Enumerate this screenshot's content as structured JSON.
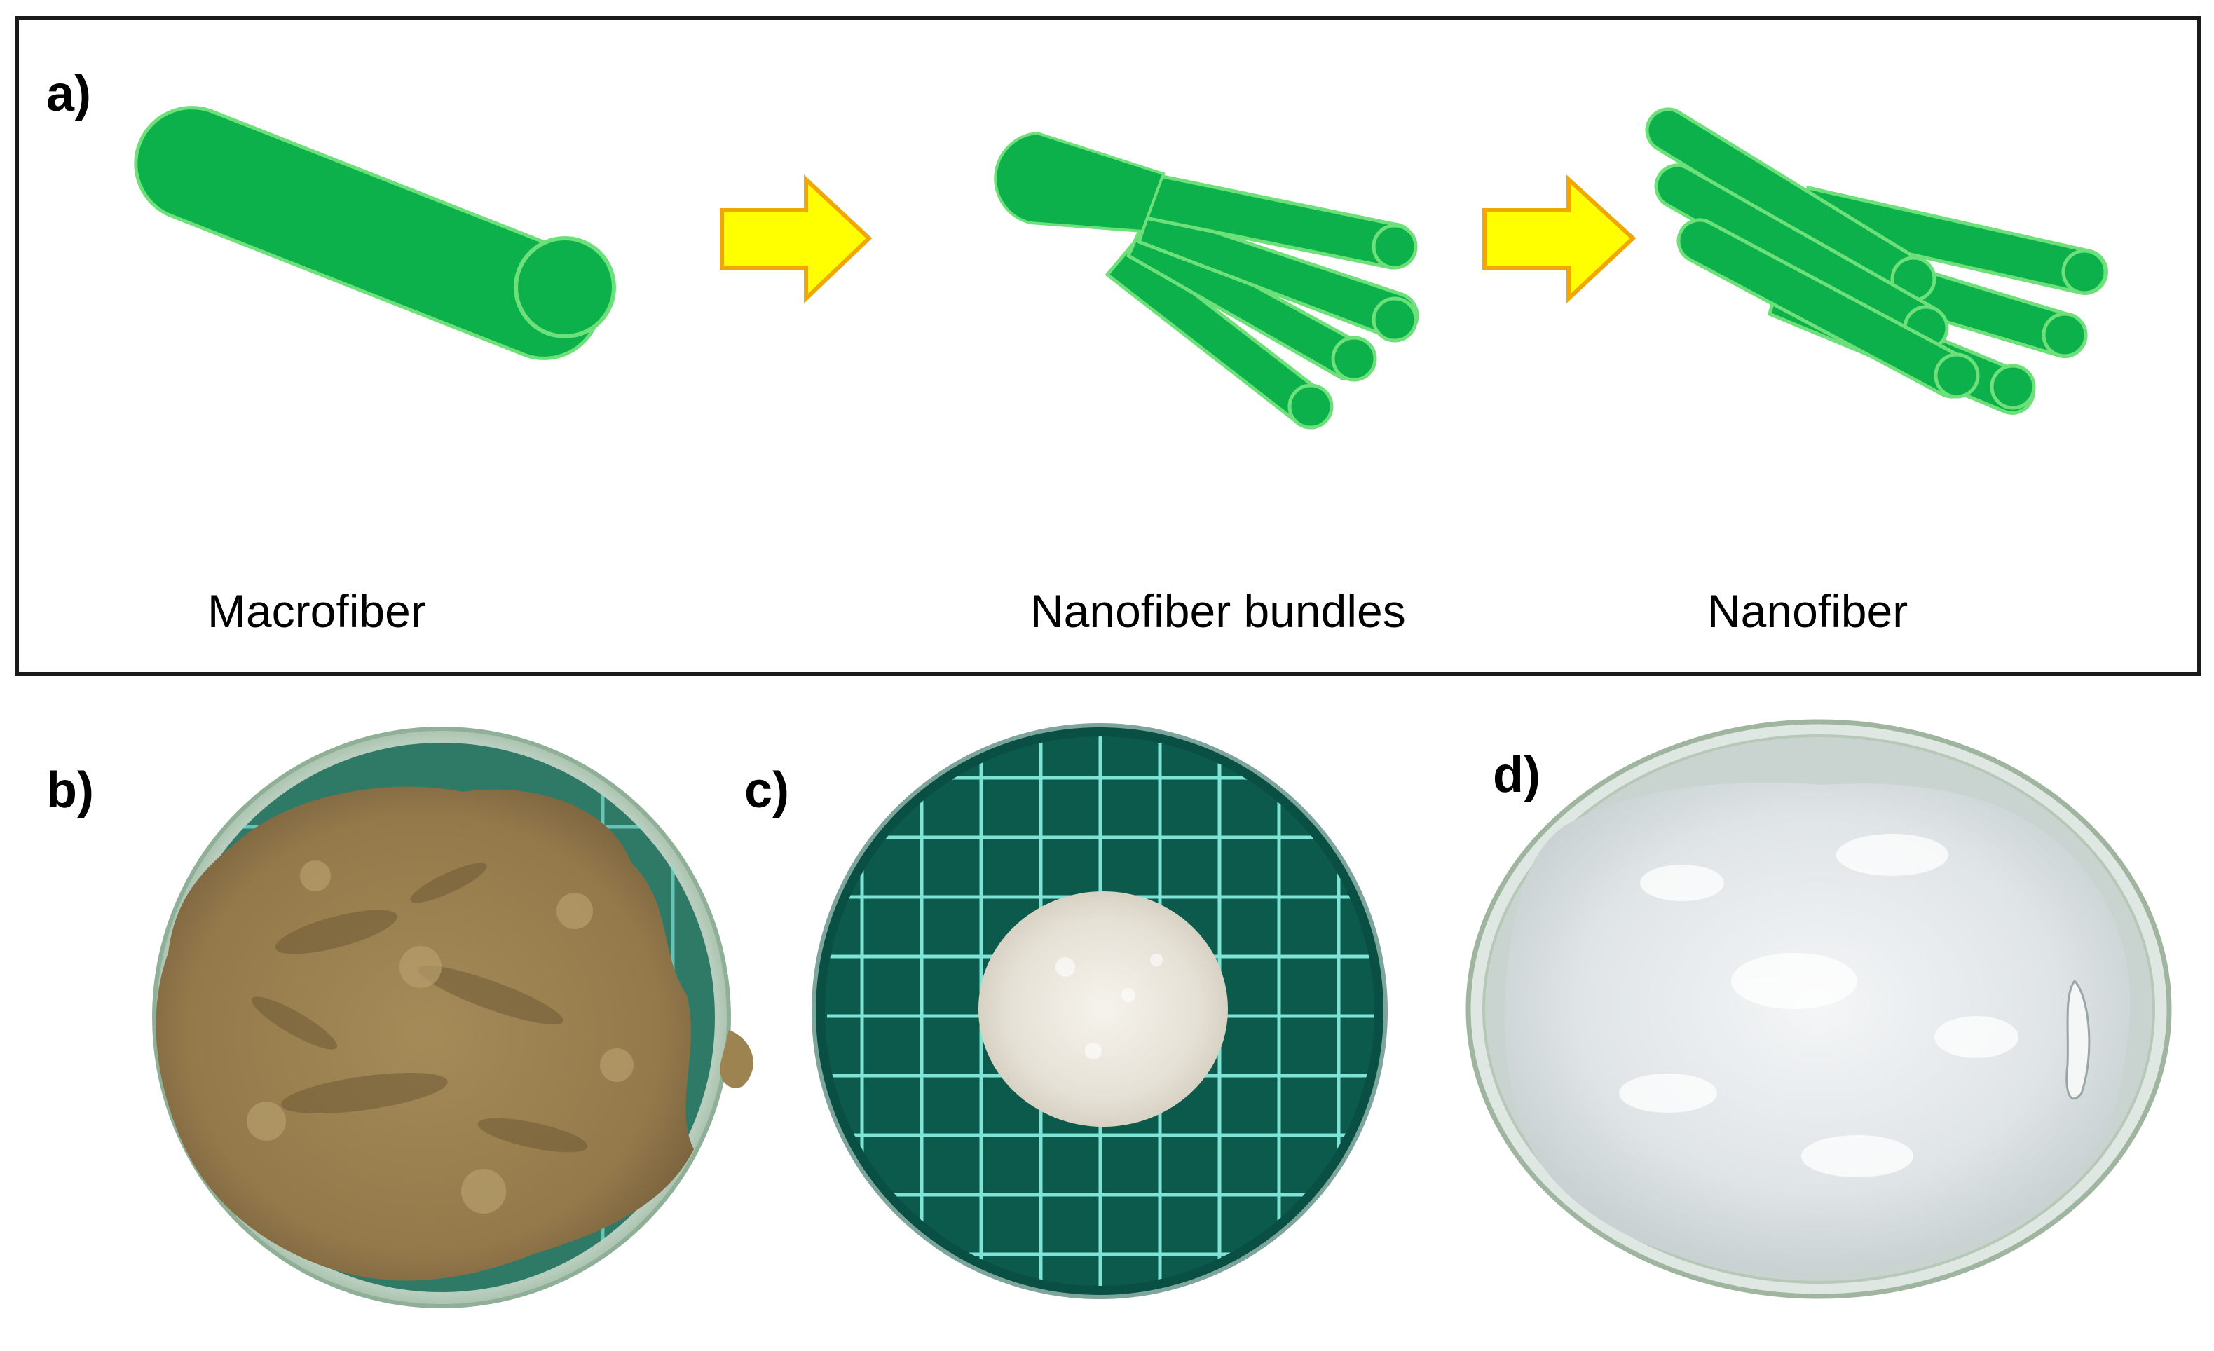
{
  "panel_a": {
    "label": "a)",
    "captions": {
      "macrofiber": "Macrofiber",
      "bundles": "Nanofiber bundles",
      "nanofiber": "Nanofiber"
    }
  },
  "panel_b": {
    "label": "b)"
  },
  "panel_c": {
    "label": "c)"
  },
  "panel_d": {
    "label": "d)"
  },
  "colors": {
    "fiber_fill": "#0db14b",
    "fiber_stroke": "#6ee07a",
    "arrow_fill": "#ffff00",
    "arrow_stroke": "#f0a800",
    "powder_brown": "#9c8350",
    "powder_white": "#ece9e0",
    "gel_white": "#e4e8ea",
    "mat_teal": "#0b5a4c",
    "grid_cyan": "#7fe3d6"
  },
  "icons": [
    "arrow-right-icon",
    "fiber-icon"
  ]
}
